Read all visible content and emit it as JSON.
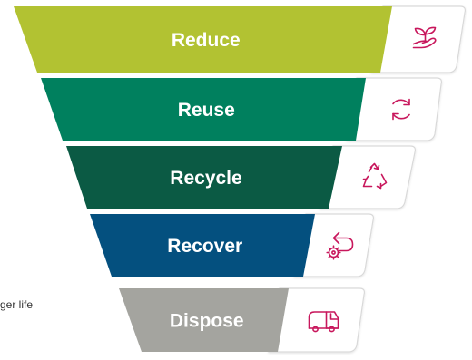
{
  "diagram": {
    "side_text": "ger life",
    "tiers": [
      {
        "label": "Reduce",
        "color": "#b2c232",
        "icon": "plant-in-hand-icon"
      },
      {
        "label": "Reuse",
        "color": "#00805e",
        "icon": "circular-arrows-icon"
      },
      {
        "label": "Recycle",
        "color": "#0b5a44",
        "icon": "recycle-icon"
      },
      {
        "label": "Recover",
        "color": "#04507f",
        "icon": "return-arrow-gear-icon"
      },
      {
        "label": "Dispose",
        "color": "#a4a49f",
        "icon": "truck-icon"
      }
    ],
    "icon_color": "#c8175c",
    "tab_border_color": "#d9d9d9"
  }
}
